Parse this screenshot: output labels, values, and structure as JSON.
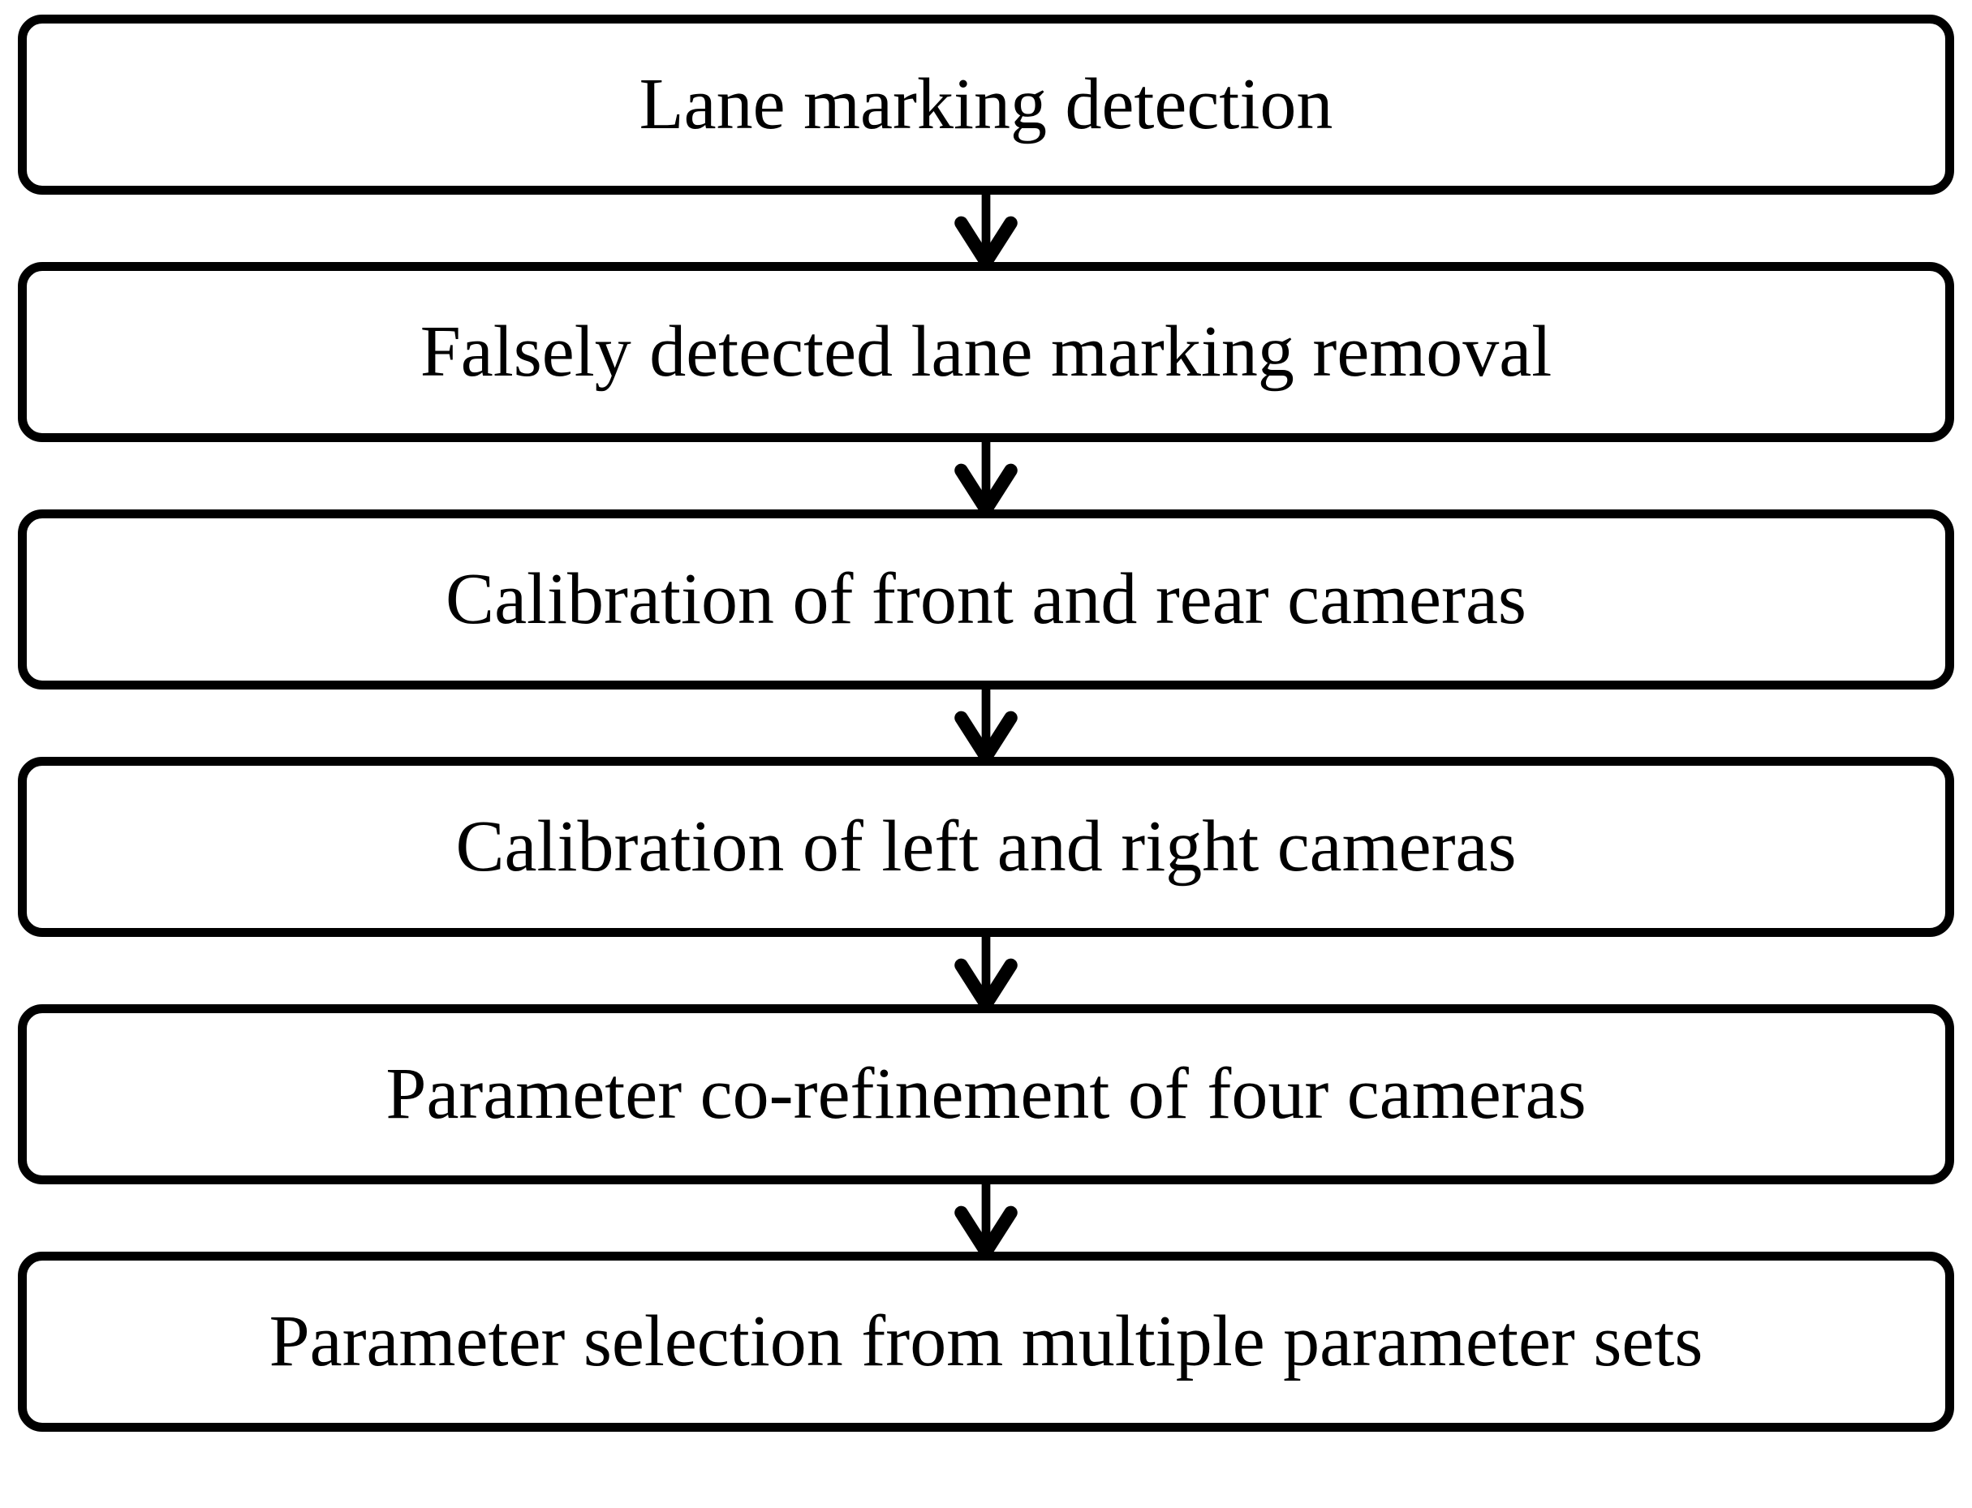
{
  "diagram": {
    "title": "Camera calibration pipeline flowchart",
    "type": "vertical-flowchart",
    "orientation": "top-to-bottom",
    "background_color": "#ffffff",
    "stroke_color": "#000000",
    "fill_color": "#ffffff",
    "nodes": [
      {
        "id": "node-lane-marking-detection",
        "label": "Lane marking detection"
      },
      {
        "id": "node-falsely-detected-lane-marking-removal",
        "label": "Falsely detected lane marking removal"
      },
      {
        "id": "node-calibration-front-rear",
        "label": "Calibration of front and rear cameras"
      },
      {
        "id": "node-calibration-left-right",
        "label": "Calibration of left and right cameras"
      },
      {
        "id": "node-parameter-co-refinement",
        "label": "Parameter co-refinement of four cameras"
      },
      {
        "id": "node-parameter-selection",
        "label": "Parameter selection from multiple parameter sets"
      }
    ],
    "connectors": [
      {
        "id": "arrow-1",
        "from": "node-lane-marking-detection",
        "to": "node-falsely-detected-lane-marking-removal",
        "icon": "arrow-down-icon"
      },
      {
        "id": "arrow-2",
        "from": "node-falsely-detected-lane-marking-removal",
        "to": "node-calibration-front-rear",
        "icon": "arrow-down-icon"
      },
      {
        "id": "arrow-3",
        "from": "node-calibration-front-rear",
        "to": "node-calibration-left-right",
        "icon": "arrow-down-icon"
      },
      {
        "id": "arrow-4",
        "from": "node-calibration-left-right",
        "to": "node-parameter-co-refinement",
        "icon": "arrow-down-icon"
      },
      {
        "id": "arrow-5",
        "from": "node-parameter-co-refinement",
        "to": "node-parameter-selection",
        "icon": "arrow-down-icon"
      }
    ]
  }
}
